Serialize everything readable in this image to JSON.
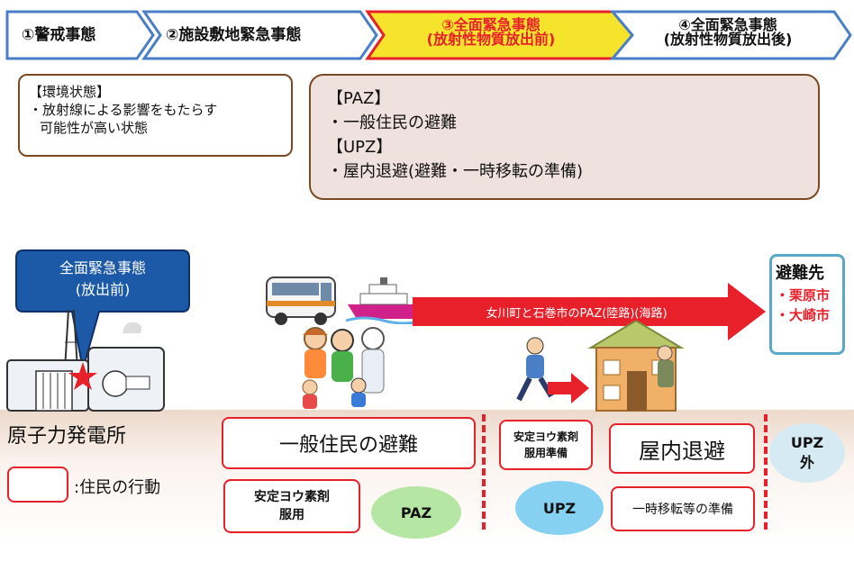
{
  "stages": [
    {
      "label": "①警戒事態"
    },
    {
      "label": "②施設敷地緊急事態"
    },
    {
      "line1": "③全面緊急事態",
      "line2": "(放射性物質放出前)"
    },
    {
      "line1": "④全面緊急事態",
      "line2": "(放射性物質放出後)"
    }
  ],
  "environment": {
    "title": "【環境状態】",
    "line1": "・放射線による影響をもたらす",
    "line2": "可能性が高い状態"
  },
  "response": {
    "paz_title": "【PAZ】",
    "paz_item": "・一般住民の避難",
    "upz_title": "【UPZ】",
    "upz_item": "・屋内退避(避難・一時移転の準備)"
  },
  "callout": {
    "line1": "全面緊急事態",
    "line2": "(放出前)"
  },
  "evacuation_route": "女川町と石巻市のPAZ(陸路)(海路)",
  "destination": {
    "title": "避難先",
    "city1": "・栗原市",
    "city2": "・大崎市"
  },
  "plant_label": "原子力発電所",
  "legend_label": ":住民の行動",
  "actions": {
    "general_evacuation": "一般住民の避難",
    "iodine_paz": "安定ヨウ素剤服用",
    "iodine_upz": "安定ヨウ素剤服用準備",
    "shelter": "屋内退避",
    "relocation_prep": "一時移転等の準備"
  },
  "zones": {
    "paz": "PAZ",
    "upz": "UPZ",
    "outside": "UPZ外"
  },
  "colors": {
    "accent_red": "#e8202a",
    "callout_blue": "#1c5aa8",
    "stage_blue": "#4a7fc8",
    "stage_yellow": "#f5e32c"
  }
}
